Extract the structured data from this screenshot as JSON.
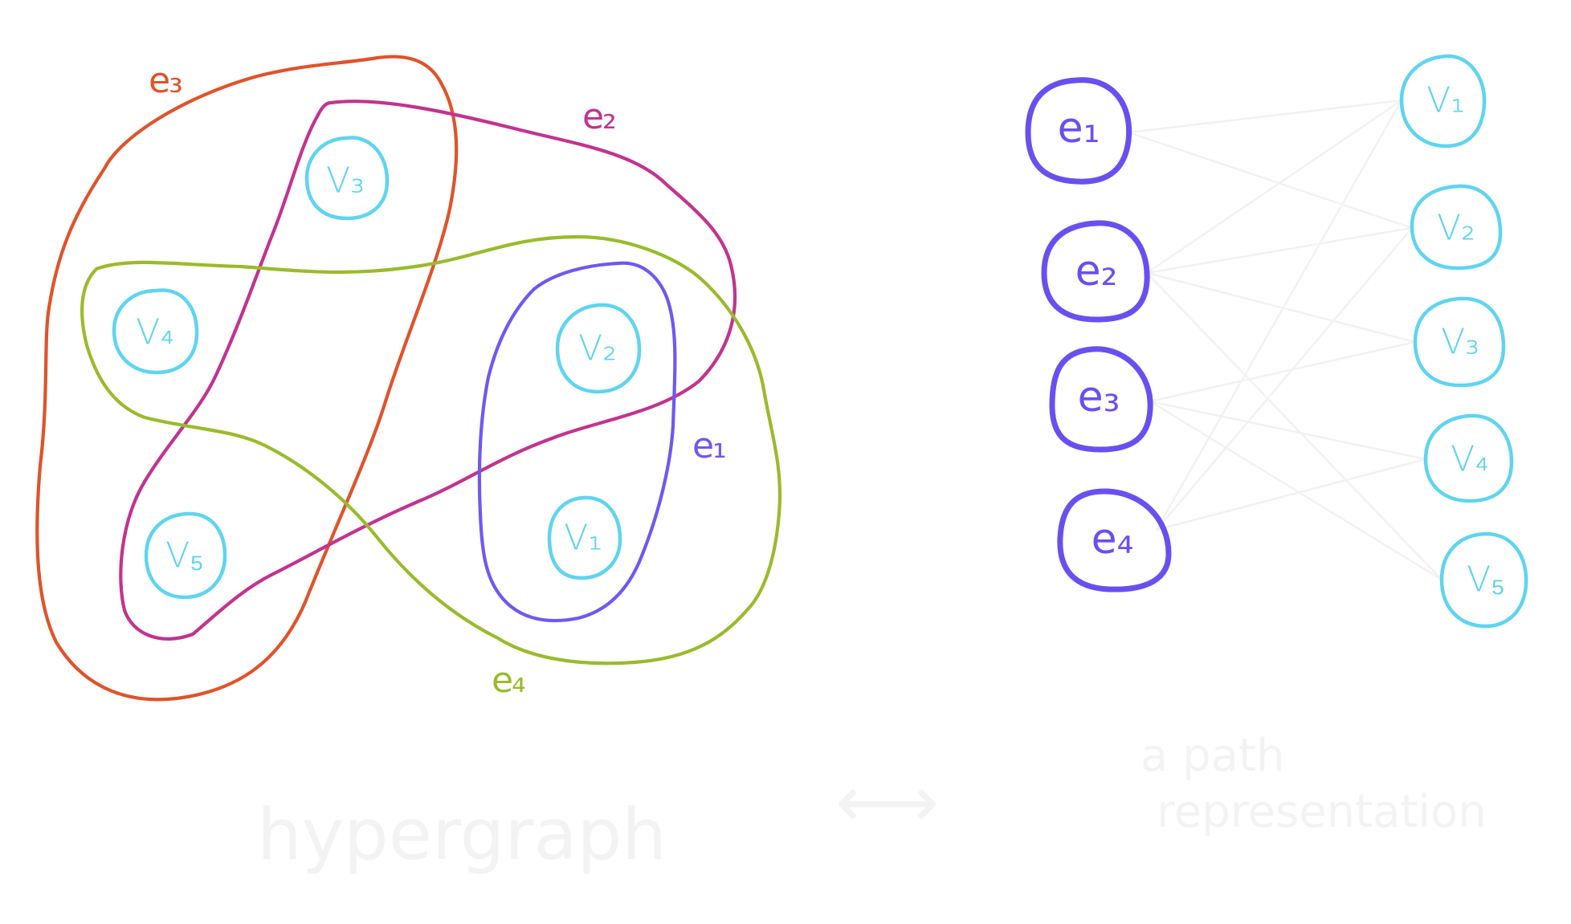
{
  "hypergraph": {
    "vertices": [
      {
        "id": "v1",
        "label": "V₁"
      },
      {
        "id": "v2",
        "label": "V₂"
      },
      {
        "id": "v3",
        "label": "V₃"
      },
      {
        "id": "v4",
        "label": "V₄"
      },
      {
        "id": "v5",
        "label": "V₅"
      }
    ],
    "edges": [
      {
        "id": "e1",
        "label": "e₁",
        "color": "#7058f0",
        "members": [
          "v1",
          "v2"
        ]
      },
      {
        "id": "e2",
        "label": "e₂",
        "color": "#c2338f",
        "members": [
          "v1",
          "v2",
          "v3",
          "v5"
        ]
      },
      {
        "id": "e3",
        "label": "e₃",
        "color": "#e0532a",
        "members": [
          "v3",
          "v4",
          "v5"
        ]
      },
      {
        "id": "e4",
        "label": "e₄",
        "color": "#99bb2c",
        "members": [
          "v1",
          "v2",
          "v4"
        ]
      }
    ]
  },
  "bipartite": {
    "edge_nodes": [
      {
        "id": "e1",
        "label": "e₁"
      },
      {
        "id": "e2",
        "label": "e₂"
      },
      {
        "id": "e3",
        "label": "e₃"
      },
      {
        "id": "e4",
        "label": "e₄"
      }
    ],
    "vertex_nodes": [
      {
        "id": "v1",
        "label": "V₁"
      },
      {
        "id": "v2",
        "label": "V₂"
      },
      {
        "id": "v3",
        "label": "V₃"
      },
      {
        "id": "v4",
        "label": "V₄"
      },
      {
        "id": "v5",
        "label": "V₅"
      }
    ]
  },
  "colors": {
    "vertex": "#5fd4ef",
    "edge_node": "#6a4ff0",
    "faint": "#f3f3f3",
    "background": "#ffffff"
  },
  "captions": {
    "left": "hypergraph",
    "arrow": "⟷",
    "right_line1": "a path",
    "right_line2": "representation"
  }
}
